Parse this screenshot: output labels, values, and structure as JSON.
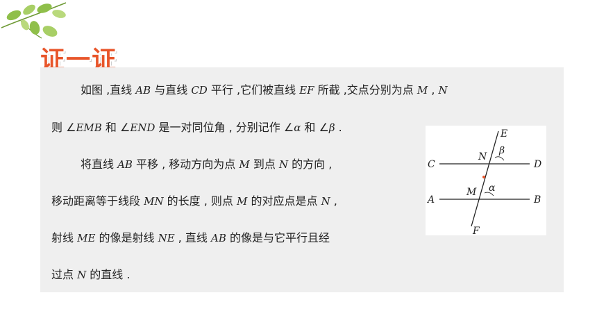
{
  "header": {
    "title": "证一证"
  },
  "text": {
    "p1": {
      "a": "如图 ,直线 ",
      "AB": "AB",
      "b": " 与直线 ",
      "CD": "CD",
      "c": " 平行 ,它们被直线 ",
      "EF": "EF",
      "d": " 所截 ,交点分别为点 ",
      "M": "M",
      "e": " , ",
      "N": "N"
    },
    "p2": {
      "a": "则 ∠",
      "EMB": "EMB",
      "b": " 和 ∠",
      "END": "END",
      "c": " 是一对同位角 , 分别记作 ∠",
      "alpha": "α",
      "d": " 和 ∠",
      "beta": "β",
      "e": " ."
    },
    "p3": {
      "a": "将直线 ",
      "AB": "AB",
      "b": " 平移 , 移动方向为点 ",
      "M": "M",
      "c": " 到点 ",
      "N": "N",
      "d": " 的方向 ,"
    },
    "p4": {
      "a": "移动距离等于线段 ",
      "MN": "MN",
      "b": " 的长度 , 则点 ",
      "M": "M",
      "c": " 的对应点是点 ",
      "N": "N",
      "d": " ,"
    },
    "p5": {
      "a": "射线 ",
      "ME": "ME",
      "b": " 的像是射线 ",
      "NE": "NE",
      "c": " , 直线 ",
      "AB": "AB",
      "d": " 的像是与它平行且经"
    },
    "p6": {
      "a": "过点 ",
      "N": "N",
      "b": " 的直线 ."
    }
  },
  "figure": {
    "labels": {
      "C": "C",
      "D": "D",
      "A": "A",
      "B": "B",
      "E": "E",
      "F": "F",
      "N": "N",
      "M": "M",
      "alpha": "α",
      "beta": "β"
    },
    "colors": {
      "lines": "#222222",
      "dot": "#e8552a"
    }
  },
  "colors": {
    "title": "#e8552a",
    "panel": "#efefef",
    "leaf": "#8fbf4a"
  }
}
